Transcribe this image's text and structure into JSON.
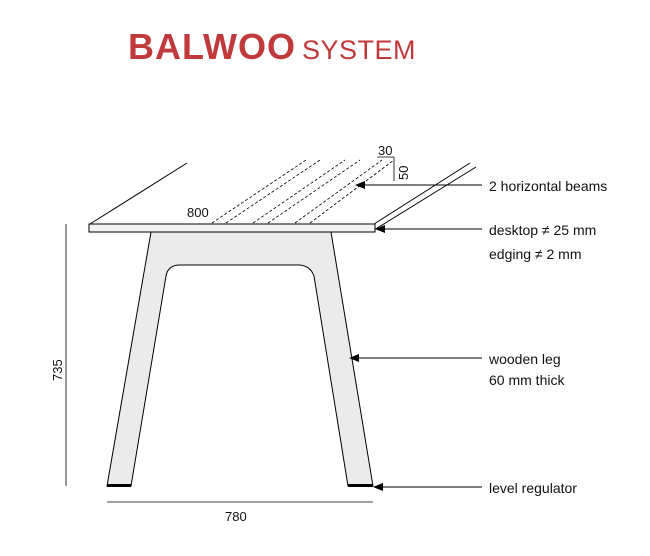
{
  "brand": {
    "name": "BALWOO",
    "suffix": "SYSTEM",
    "color": "#c0393b"
  },
  "dimensions": {
    "beam_width": "30",
    "beam_height": "50",
    "desk_depth": "800",
    "height": "735",
    "width": "780"
  },
  "callouts": {
    "beams": "2 horizontal beams",
    "desktop": "desktop ≠ 25 mm",
    "edging": "edging ≠ 2 mm",
    "leg": "wooden leg",
    "leg_thickness": "60 mm thick",
    "regulator": "level regulator"
  },
  "colors": {
    "line": "#000000",
    "leg_fill": "#ebebeb",
    "desktop_fill": "#f2f2f2"
  }
}
